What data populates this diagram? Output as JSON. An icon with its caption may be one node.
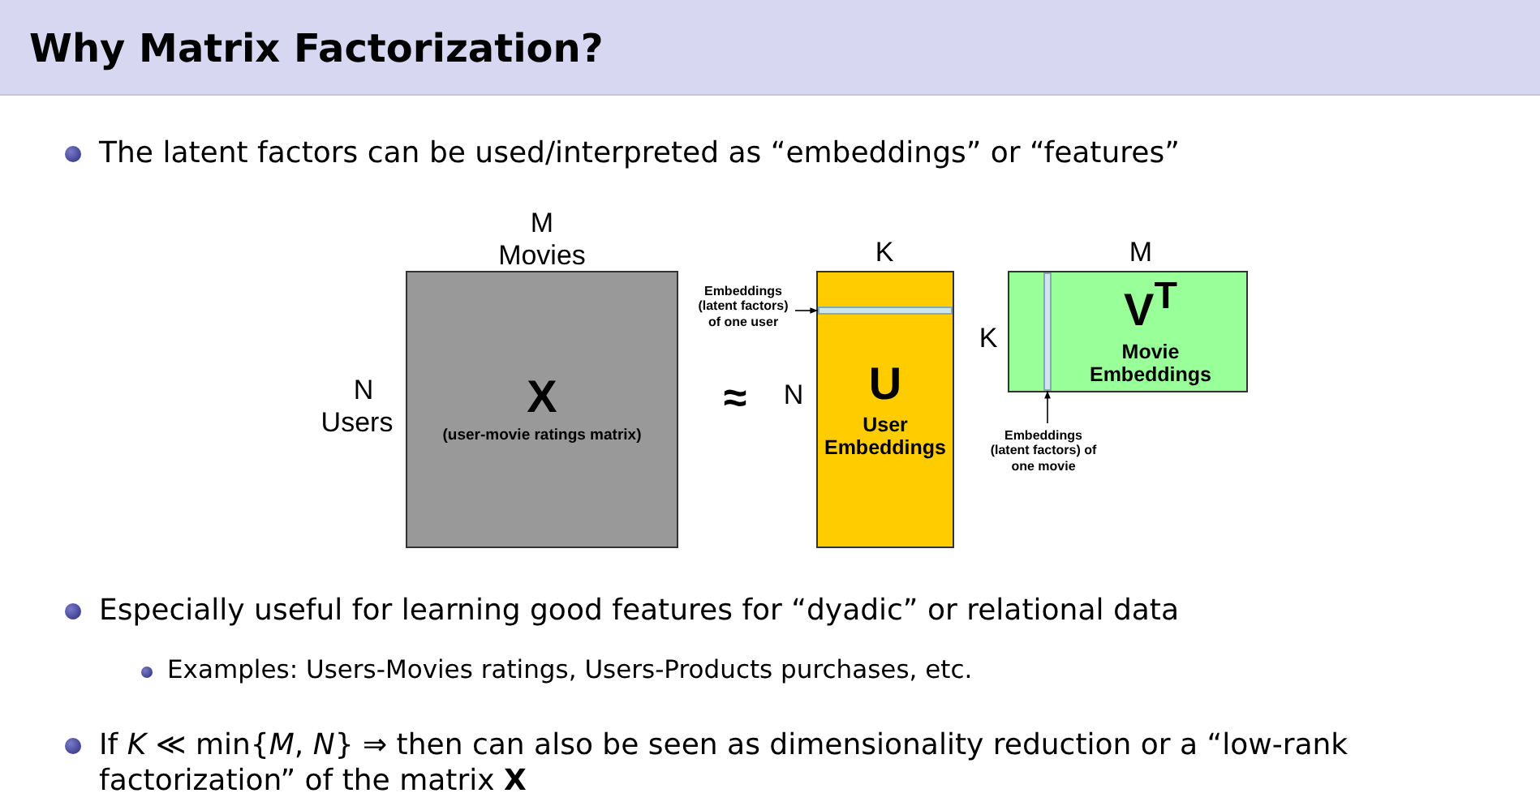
{
  "diagram": {
    "title": "Why Matrix Factorization?",
    "nodes": [
      {
        "text": [
          "X",
          "(user-movie ratings matrix)"
        ]
      },
      {
        "text": [
          "U",
          "User Embeddings"
        ]
      },
      {
        "text": [],
        "shape": "bar",
        "in": 1
      },
      {
        "text": [
          "Embeddings (latent factors) of one user"
        ]
      },
      {
        "text": [
          "V$^{T}$",
          "Movie Embeddings"
        ]
      },
      {
        "text": [],
        "shape": "bar",
        "in": 4
      },
      {
        "text": [
          "Embeddings (latent factors) of one movie"
        ]
      }
    ],
    "edges": [
      {
        "from": 3,
        "to": 2,
        "arrow": "to"
      },
      {
        "from": 6,
        "to": 5,
        "arrow": "to"
      }
    ],
    "labels": [
      "The latent factors can be used/interpreted as “embeddings” or “features”",
      "M",
      "Movies",
      "K",
      "M",
      "K",
      "N",
      "Users",
      "≈",
      "N",
      "Especially useful for learning good features for “dyadic” or relational data",
      "Examples: Users-Movies ratings, Users-Products purchases, etc.",
      "If *K* ≪ min{*M*, *N*} ⇒ then can also be seen as dimensionality reduction or a “low-rank factorization” of the matrix **X**"
    ]
  }
}
